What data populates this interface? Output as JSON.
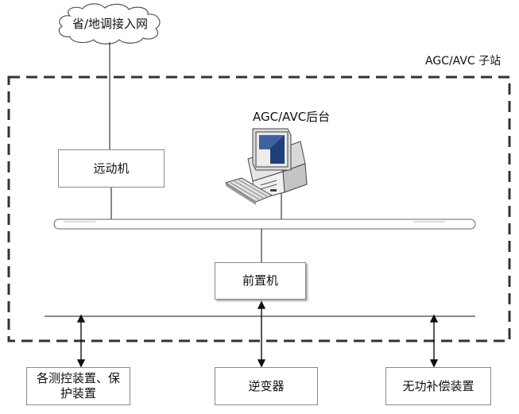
{
  "cloud": {
    "label": "省/地调接入网"
  },
  "substation": {
    "label": "AGC/AVC 子站"
  },
  "workstation": {
    "label": "AGC/AVC后台"
  },
  "nodes": {
    "telecontrol": "远动机",
    "front_end": "前置机",
    "protection": "各测控装置、保护装置",
    "inverter": "逆变器",
    "reactive": "无功补偿装置"
  },
  "colors": {
    "line": "#111111",
    "border": "#8a8a8a",
    "dash": "#333333",
    "screen": "#1f3f7a"
  }
}
